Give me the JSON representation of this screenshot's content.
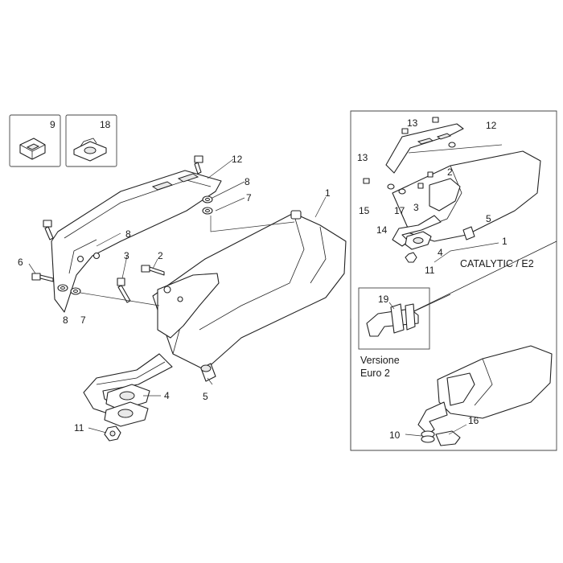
{
  "callouts": {
    "main": [
      "1",
      "2",
      "3",
      "4",
      "5",
      "6",
      "7",
      "7",
      "8",
      "8",
      "8",
      "9",
      "11",
      "12",
      "18"
    ],
    "catalytic": [
      "1",
      "2",
      "3",
      "4",
      "5",
      "11",
      "12",
      "13",
      "13",
      "14",
      "15",
      "17"
    ],
    "euro2_inset": [
      "19"
    ],
    "lower": [
      "10",
      "16"
    ]
  },
  "captions": {
    "catalytic": "CATALYTIC / E2",
    "euro2_line1": "Versione",
    "euro2_line2": "Euro 2"
  }
}
